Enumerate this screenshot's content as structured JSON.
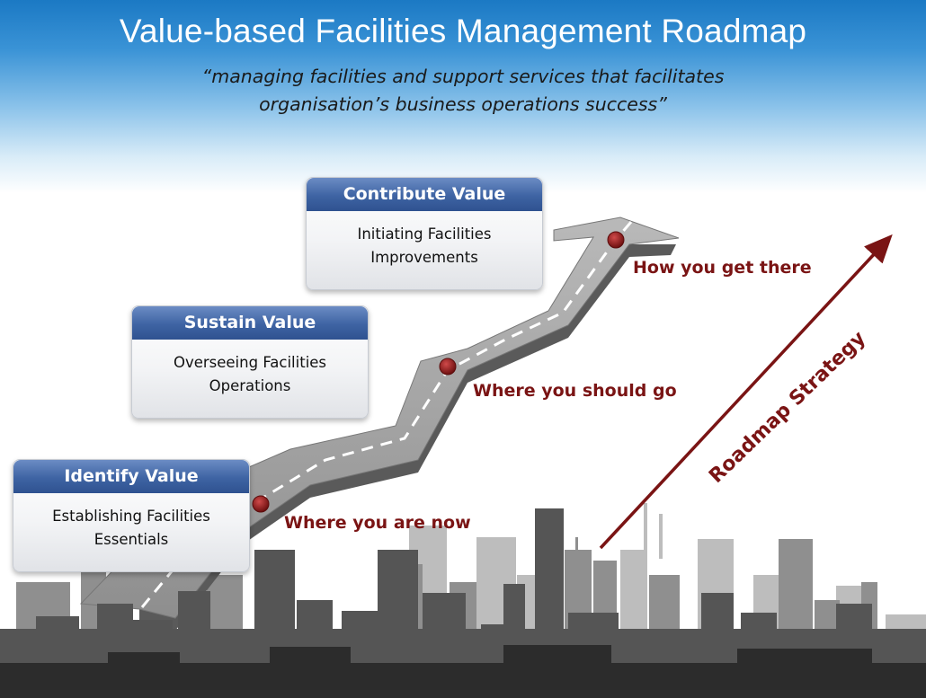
{
  "title": "Value-based Facilities Management Roadmap",
  "quote": {
    "line1": "“managing facilities and support services that facilitates",
    "line2": "organisation’s business operations success”"
  },
  "cards": {
    "identify": {
      "heading": "Identify Value",
      "line1": "Establishing Facilities",
      "line2": "Essentials"
    },
    "sustain": {
      "heading": "Sustain Value",
      "line1": "Overseeing Facilities",
      "line2": "Operations"
    },
    "contribute": {
      "heading": "Contribute Value",
      "line1": "Initiating Facilities",
      "line2": "Improvements"
    }
  },
  "milestones": {
    "now": "Where you are now",
    "should": "Where you should go",
    "there": "How you get there"
  },
  "strategy_label": "Roadmap Strategy",
  "colors": {
    "accent_red": "#7a1414",
    "card_header_blue": "#3e63a3",
    "sky_blue": "#1b79c4",
    "road_gray": "#8a8a8a",
    "milestone_dot": "#8b1a1a"
  }
}
